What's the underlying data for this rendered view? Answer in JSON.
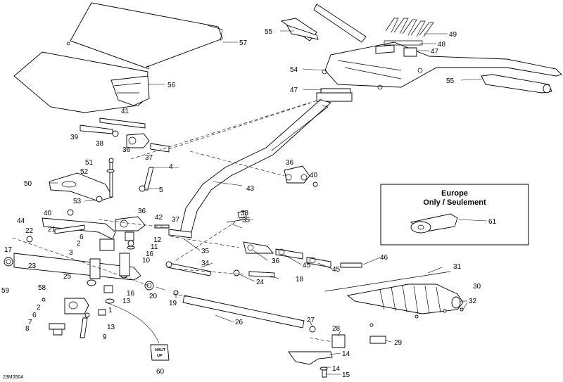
{
  "figure_code": "23M0504",
  "inset": {
    "line1": "Europe",
    "line2": "Only / Seulement",
    "part": "61"
  },
  "decal": {
    "line1": "HAUT",
    "line2": "UP"
  },
  "callouts": [
    {
      "id": "c1",
      "text": "1"
    },
    {
      "id": "c2",
      "text": "2"
    },
    {
      "id": "c2b",
      "text": "2"
    },
    {
      "id": "c3",
      "text": "3"
    },
    {
      "id": "c4",
      "text": "4"
    },
    {
      "id": "c5",
      "text": "5"
    },
    {
      "id": "c6",
      "text": "6"
    },
    {
      "id": "c6b",
      "text": "6"
    },
    {
      "id": "c7",
      "text": "7"
    },
    {
      "id": "c8",
      "text": "8"
    },
    {
      "id": "c9",
      "text": "9"
    },
    {
      "id": "c10",
      "text": "10"
    },
    {
      "id": "c11",
      "text": "11"
    },
    {
      "id": "c12",
      "text": "12"
    },
    {
      "id": "c13",
      "text": "13"
    },
    {
      "id": "c13b",
      "text": "13"
    },
    {
      "id": "c14",
      "text": "14"
    },
    {
      "id": "c14b",
      "text": "14"
    },
    {
      "id": "c15",
      "text": "15"
    },
    {
      "id": "c16",
      "text": "16"
    },
    {
      "id": "c16b",
      "text": "16"
    },
    {
      "id": "c17",
      "text": "17"
    },
    {
      "id": "c18",
      "text": "18"
    },
    {
      "id": "c19",
      "text": "19"
    },
    {
      "id": "c20",
      "text": "20"
    },
    {
      "id": "c21",
      "text": "21"
    },
    {
      "id": "c22",
      "text": "22"
    },
    {
      "id": "c23",
      "text": "23"
    },
    {
      "id": "c24",
      "text": "24"
    },
    {
      "id": "c25",
      "text": "25"
    },
    {
      "id": "c26",
      "text": "26"
    },
    {
      "id": "c27",
      "text": "27"
    },
    {
      "id": "c28",
      "text": "28"
    },
    {
      "id": "c29",
      "text": "29"
    },
    {
      "id": "c30",
      "text": "30"
    },
    {
      "id": "c31",
      "text": "31"
    },
    {
      "id": "c32",
      "text": "32"
    },
    {
      "id": "c33",
      "text": "33"
    },
    {
      "id": "c34",
      "text": "34"
    },
    {
      "id": "c35",
      "text": "35"
    },
    {
      "id": "c35b",
      "text": "35"
    },
    {
      "id": "c36",
      "text": "36"
    },
    {
      "id": "c36b",
      "text": "36"
    },
    {
      "id": "c36c",
      "text": "36"
    },
    {
      "id": "c36d",
      "text": "36"
    },
    {
      "id": "c37",
      "text": "37"
    },
    {
      "id": "c37b",
      "text": "37"
    },
    {
      "id": "c38",
      "text": "38"
    },
    {
      "id": "c39",
      "text": "39"
    },
    {
      "id": "c40",
      "text": "40"
    },
    {
      "id": "c40b",
      "text": "40"
    },
    {
      "id": "c41",
      "text": "41"
    },
    {
      "id": "c42",
      "text": "42"
    },
    {
      "id": "c43",
      "text": "43"
    },
    {
      "id": "c44",
      "text": "44"
    },
    {
      "id": "c45",
      "text": "45"
    },
    {
      "id": "c45b",
      "text": "45"
    },
    {
      "id": "c46",
      "text": "46"
    },
    {
      "id": "c47",
      "text": "47"
    },
    {
      "id": "c47b",
      "text": "47"
    },
    {
      "id": "c48",
      "text": "48"
    },
    {
      "id": "c49",
      "text": "49"
    },
    {
      "id": "c50",
      "text": "50"
    },
    {
      "id": "c51",
      "text": "51"
    },
    {
      "id": "c52",
      "text": "52"
    },
    {
      "id": "c53",
      "text": "53"
    },
    {
      "id": "c54",
      "text": "54"
    },
    {
      "id": "c55",
      "text": "55"
    },
    {
      "id": "c55b",
      "text": "55"
    },
    {
      "id": "c56",
      "text": "56"
    },
    {
      "id": "c57",
      "text": "57"
    },
    {
      "id": "c58",
      "text": "58"
    },
    {
      "id": "c59",
      "text": "59"
    },
    {
      "id": "c60",
      "text": "60"
    }
  ]
}
